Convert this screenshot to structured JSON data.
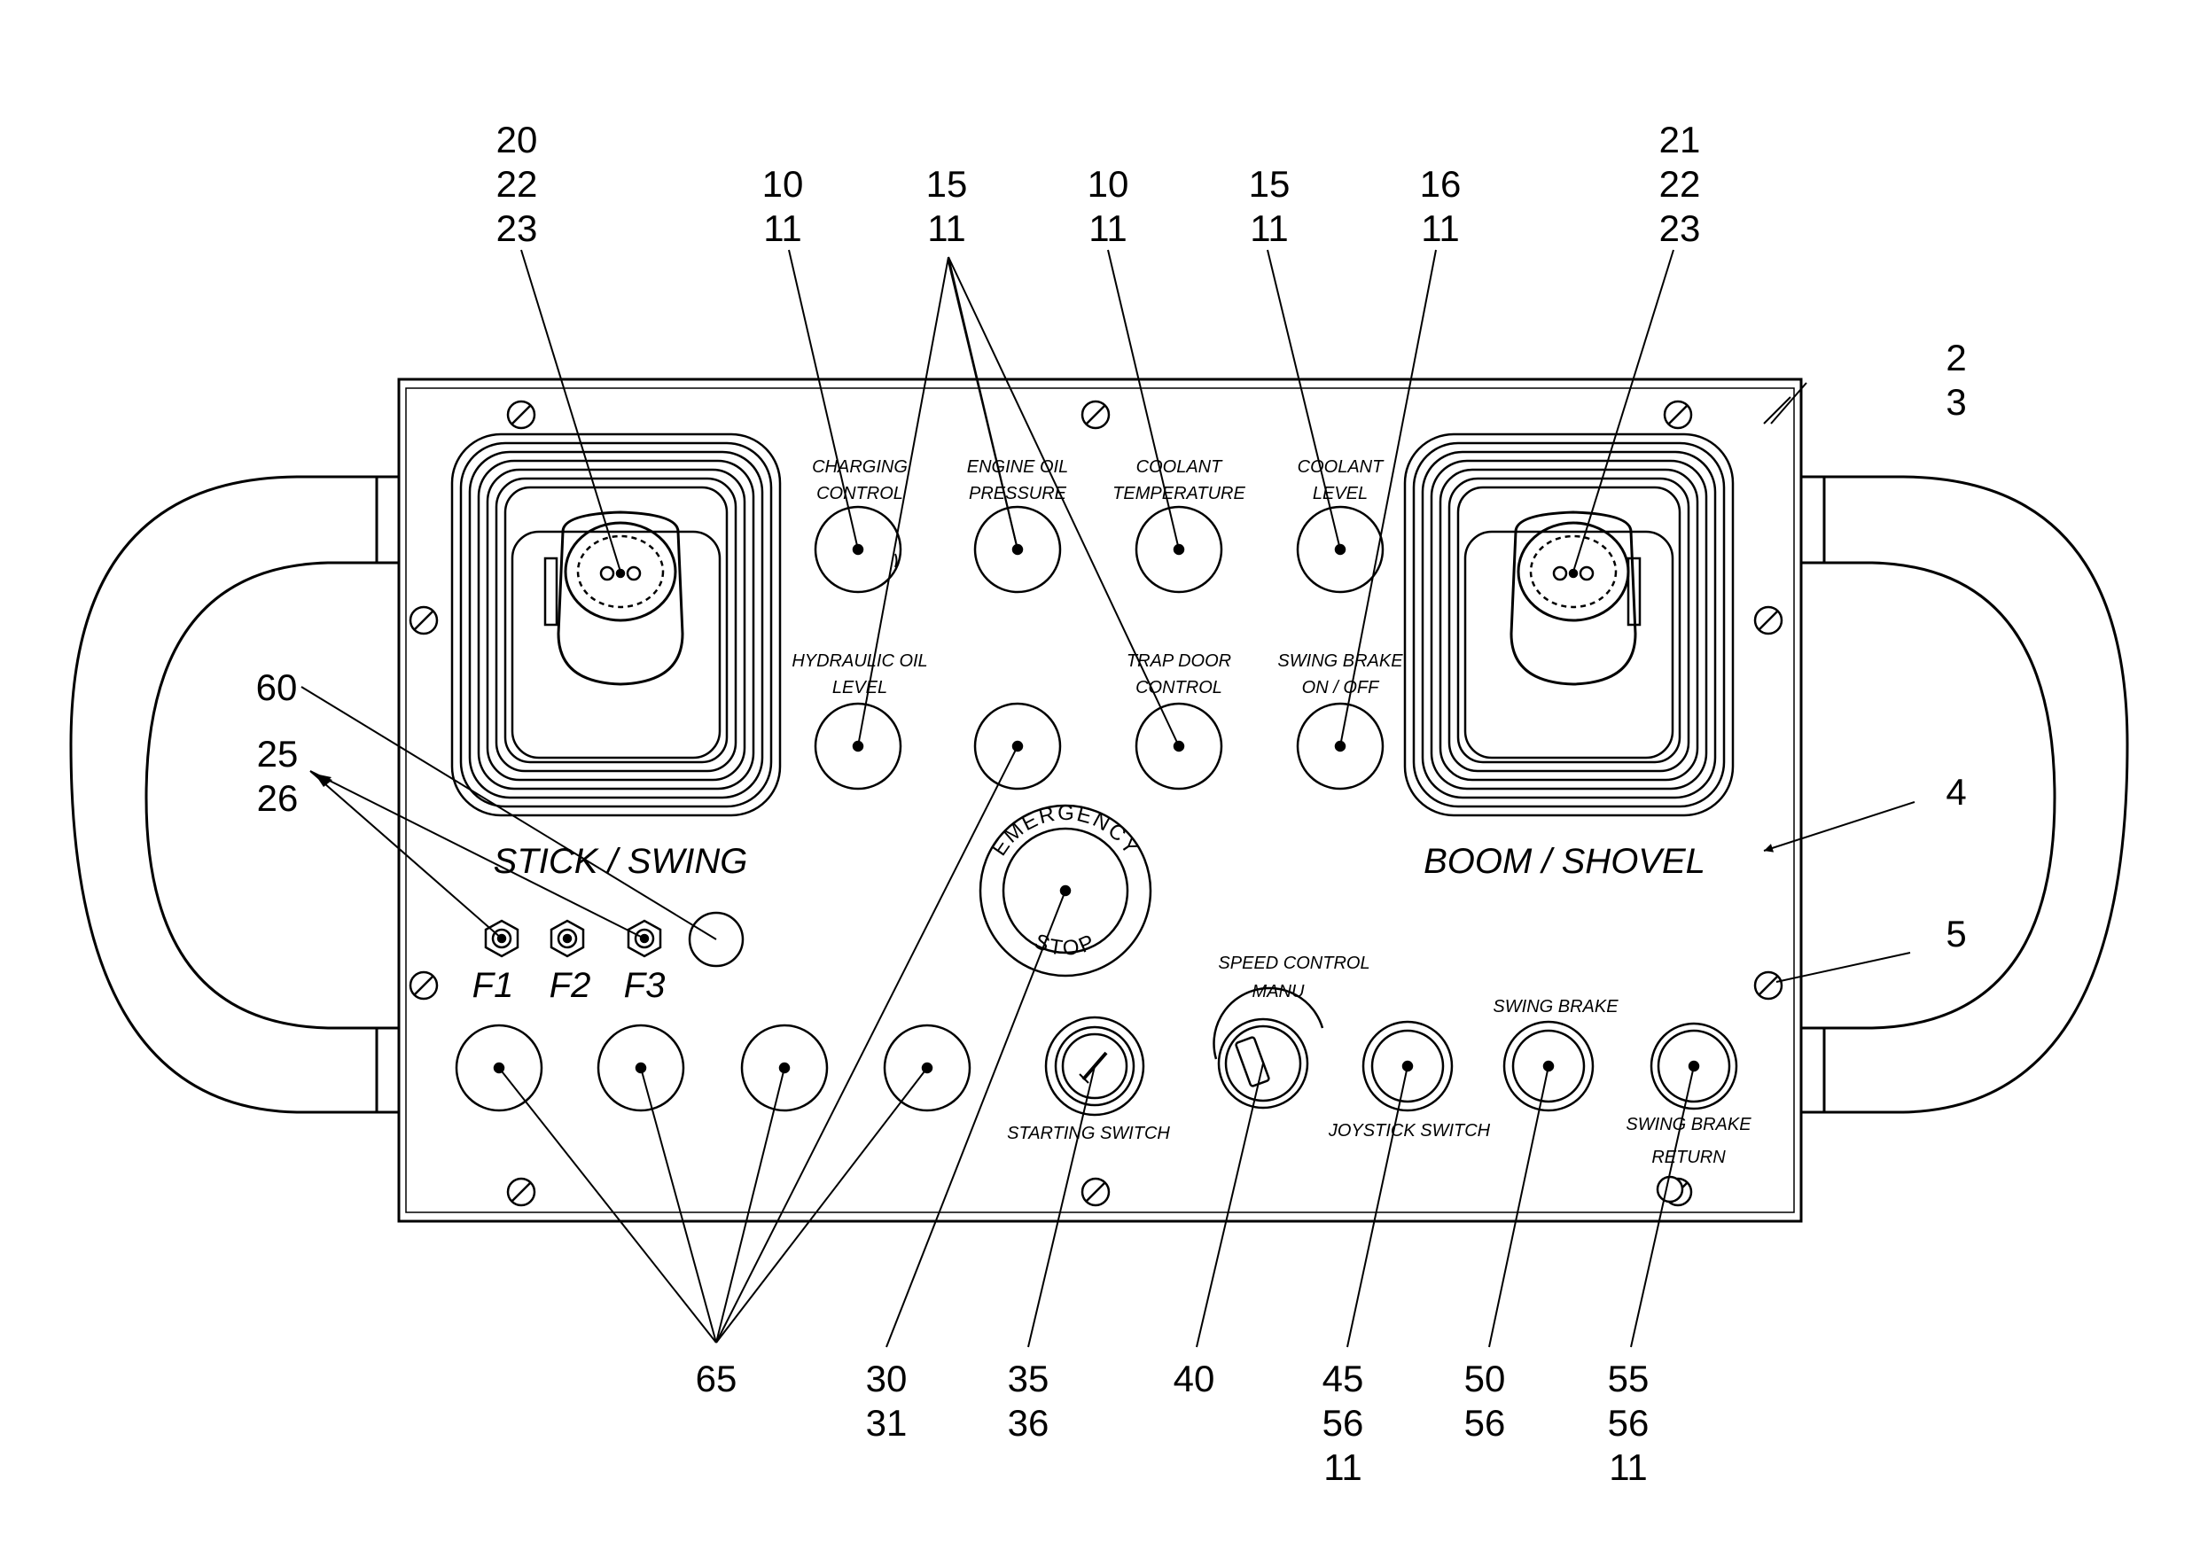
{
  "callouts": {
    "c_20_22_23": [
      "20",
      "22",
      "23"
    ],
    "c_10_11_a": [
      "10",
      "11"
    ],
    "c_15_11_a": [
      "15",
      "11"
    ],
    "c_10_11_b": [
      "10",
      "11"
    ],
    "c_15_11_b": [
      "15",
      "11"
    ],
    "c_16_11": [
      "16",
      "11"
    ],
    "c_21_22_23": [
      "21",
      "22",
      "23"
    ],
    "c_2_3": [
      "2",
      "3"
    ],
    "c_60": "60",
    "c_25_26": [
      "25",
      "26"
    ],
    "c_4": "4",
    "c_5": "5",
    "c_65": "65",
    "c_30_31": [
      "30",
      "31"
    ],
    "c_35_36": [
      "35",
      "36"
    ],
    "c_40": "40",
    "c_45_56_11": [
      "45",
      "56",
      "11"
    ],
    "c_50_56": [
      "50",
      "56"
    ],
    "c_55_56_11": [
      "55",
      "56",
      "11"
    ]
  },
  "panel_labels": {
    "charging_control": [
      "CHARGING",
      "CONTROL"
    ],
    "engine_oil_pressure": [
      "ENGINE OIL",
      "PRESSURE"
    ],
    "coolant_temperature": [
      "COOLANT",
      "TEMPERATURE"
    ],
    "coolant_level": [
      "COOLANT",
      "LEVEL"
    ],
    "hydraulic_oil_level": [
      "HYDRAULIC OIL",
      "LEVEL"
    ],
    "trap_door_control": [
      "TRAP DOOR",
      "CONTROL"
    ],
    "swing_brake_on_off": [
      "SWING BRAKE",
      "ON / OFF"
    ],
    "stick_swing": "STICK / SWING",
    "boom_shovel": "BOOM / SHOVEL",
    "emergency": "EMERGENCY",
    "stop": "STOP",
    "f1": "F1",
    "f2": "F2",
    "f3": "F3",
    "speed_control": "SPEED CONTROL",
    "manu": "MANU",
    "starting_switch": "STARTING SWITCH",
    "joystick_switch": "JOYSTICK SWITCH",
    "swing_brake": "SWING BRAKE",
    "swing_brake_return": [
      "SWING BRAKE",
      "RETURN"
    ]
  }
}
